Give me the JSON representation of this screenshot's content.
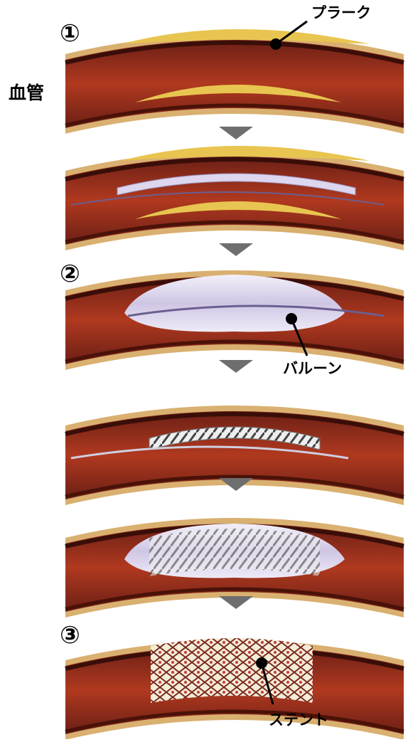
{
  "labels": {
    "plaque": "プラーク",
    "vessel": "血管",
    "balloon": "バルーン",
    "stent": "ステント"
  },
  "steps": [
    "①",
    "②",
    "③"
  ],
  "colors": {
    "vessel_wall": "#7a2a1e",
    "vessel_lumen": "#a8321f",
    "plaque": "#e8c550",
    "outer_sheath": "#d9b070",
    "balloon": "#ddd6ee",
    "arrow": "#6e6e6e"
  }
}
